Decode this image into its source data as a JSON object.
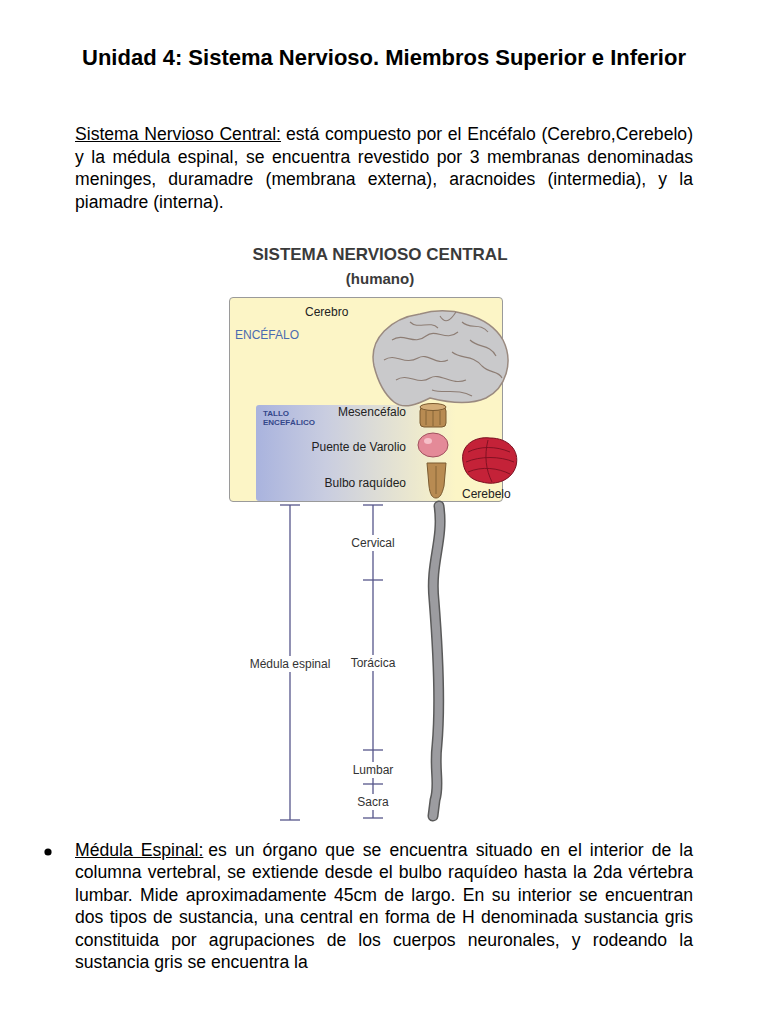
{
  "diagram": {
    "title": "Unidad 4: Sistema Nervioso. Miembros Superior e Inferior",
    "nodes": [
      {
        "text": [
          "ENCÉFALO"
        ]
      },
      {
        "text": [
          "TALLO ENCEFÁLICO"
        ],
        "in": 0
      }
    ],
    "labels": [
      "Sistema Nervioso Central:",
      "está compuesto por el Encéfalo (Cerebro,Cerebelo) y la médula espinal, se encuentra revestido por 3 membranas denominadas meninges, duramadre (membrana externa), aracnoides (intermedia), y la piamadre (interna).",
      "SISTEMA NERVIOSO CENTRAL",
      "(humano)",
      "Cerebro",
      "Mesencéfalo",
      "Puente de Varolio",
      "Bulbo raquídeo",
      "Cerebelo",
      "Médula espinal",
      "Cervical",
      "Torácica",
      "Lumbar",
      "Sacra",
      "Médula Espinal:",
      "es un órgano que se encuentra situado en el interior de la columna vertebral, se extiende desde el bulbo raquídeo hasta la 2da vértebra lumbar. Mide aproximadamente 45cm de largo. En su interior se encuentran dos tipos de sustancia, una central en forma de H denominada sustancia gris constituida por agrupaciones de los cuerpos neuronales, y rodeando la sustancia gris se encuentra la"
    ]
  }
}
